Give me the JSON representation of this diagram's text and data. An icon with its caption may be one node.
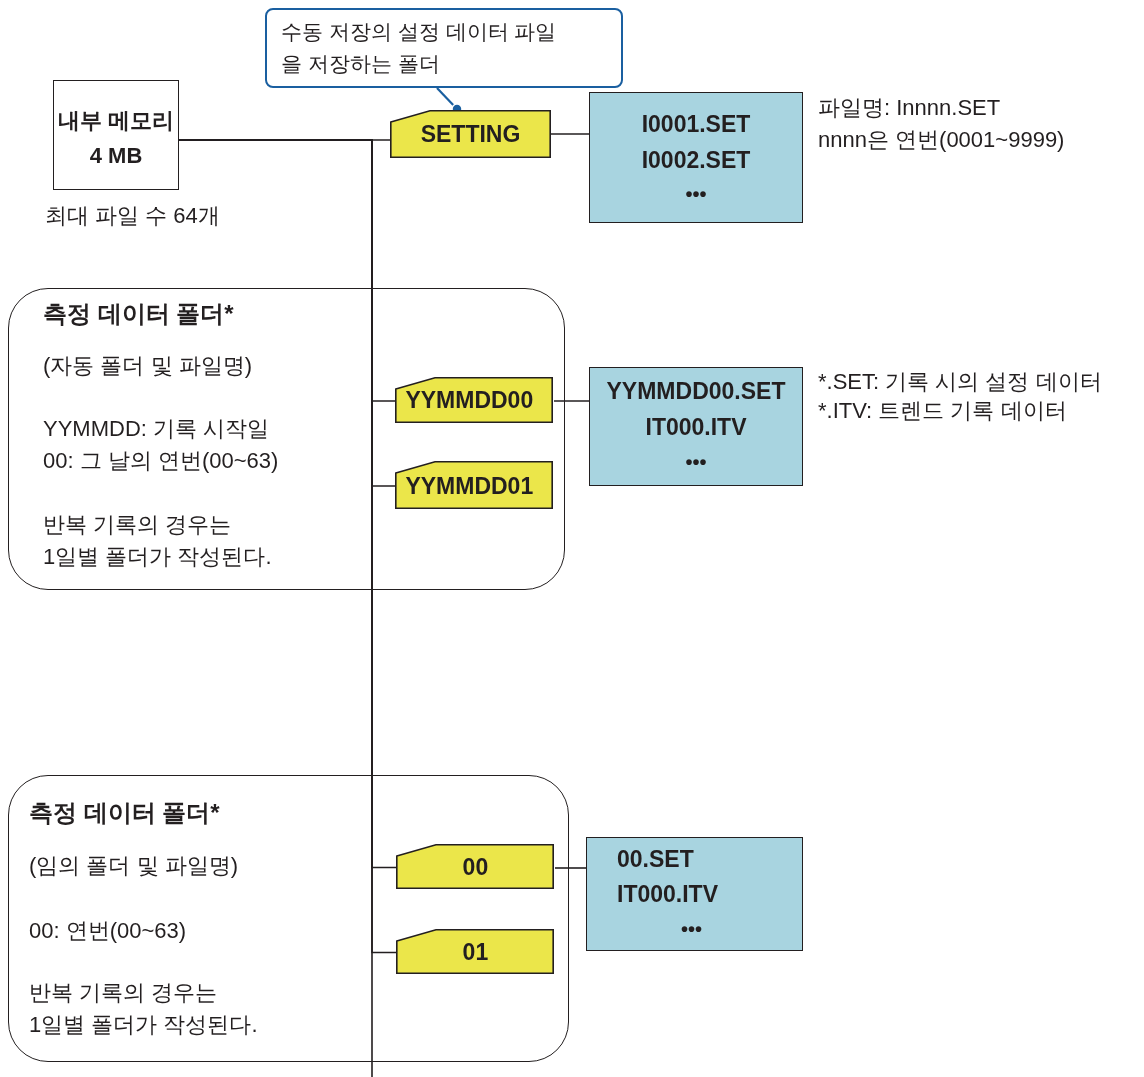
{
  "diagram": {
    "nodes": [
      {
        "text": [
          "내부 메모리",
          "4 MB"
        ],
        "beside": [
          "최대 파일 수 64개"
        ]
      },
      {
        "text": [
          "수동 저장의 설정 데이터 파일을 저장하는 폴더"
        ]
      },
      {
        "text": [
          "SETTING"
        ]
      },
      {
        "text": [
          "I0001.SET",
          "I0002.SET",
          "•••"
        ],
        "beside": [
          "파일명: Innnn.SET",
          "nnnn은 연번(0001~9999)"
        ]
      },
      {
        "text": [
          "측정 데이터 폴더*",
          "(자동 폴더 및 파일명)",
          "YYMMDD: 기록 시작일 00: 그 날의 연번(00~63)",
          "반복 기록의 경우는 1일별 폴더가 작성된다."
        ]
      },
      {
        "text": [
          "YYMMDD00"
        ],
        "in": 4
      },
      {
        "text": [
          "YYMMDD01"
        ],
        "in": 4
      },
      {
        "text": [
          "YYMMDD00.SET",
          "IT000.ITV",
          "•••"
        ],
        "beside": [
          "*.SET: 기록 시의 설정 데이터",
          "*.ITV: 트렌드 기록 데이터"
        ]
      },
      {
        "text": [
          "측정 데이터 폴더*",
          "(임의 폴더 및 파일명)",
          "00: 연번(00~63)",
          "반복 기록의 경우는 1일별 폴더가 작성된다."
        ]
      },
      {
        "text": [
          "00"
        ],
        "in": 8
      },
      {
        "text": [
          "01"
        ],
        "in": 8
      },
      {
        "text": [
          "00.SET",
          "IT000.ITV",
          "•••"
        ]
      }
    ],
    "edges": [
      {
        "from": 1,
        "to": 2,
        "arrow": "other",
        "color": "#1a5fa0"
      },
      {
        "from": 0,
        "to": 2,
        "arrow": "none"
      },
      {
        "from": 0,
        "to": 5,
        "arrow": "none"
      },
      {
        "from": 0,
        "to": 6,
        "arrow": "none"
      },
      {
        "from": 0,
        "to": 9,
        "arrow": "none"
      },
      {
        "from": 0,
        "to": 10,
        "arrow": "none"
      },
      {
        "from": 0,
        "to": null,
        "arrow": "none"
      },
      {
        "from": 2,
        "to": 3,
        "arrow": "none"
      },
      {
        "from": 5,
        "to": 7,
        "arrow": "none"
      },
      {
        "from": 9,
        "to": 11,
        "arrow": "none"
      }
    ]
  }
}
